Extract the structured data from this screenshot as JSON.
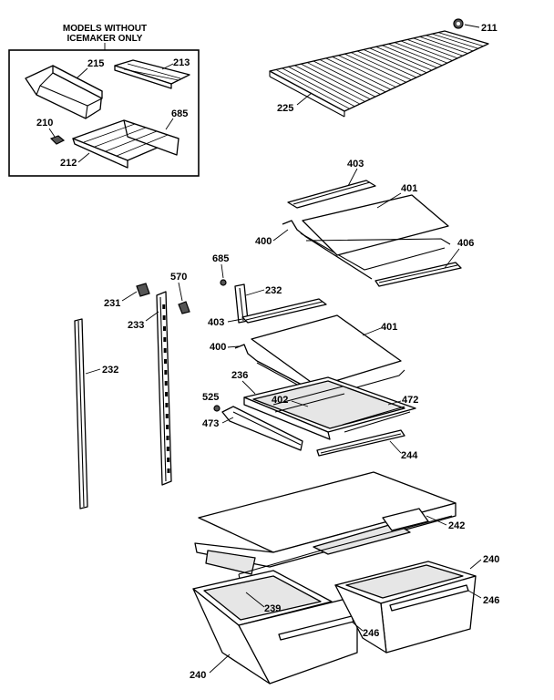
{
  "inset": {
    "title_line1": "MODELS WITHOUT",
    "title_line2": "ICEMAKER ONLY"
  },
  "callouts": {
    "c215": "215",
    "c213": "213",
    "c210": "210",
    "c685_inset": "685",
    "c212": "212",
    "c211": "211",
    "c225": "225",
    "c403_top": "403",
    "c401_top": "401",
    "c400_top": "400",
    "c406": "406",
    "c685": "685",
    "c570": "570",
    "c231": "231",
    "c233": "233",
    "c232_left": "232",
    "c232_right": "232",
    "c403_mid": "403",
    "c401_mid": "401",
    "c400_mid": "400",
    "c236": "236",
    "c525": "525",
    "c473": "473",
    "c402": "402",
    "c472": "472",
    "c244": "244",
    "c242": "242",
    "c240_right": "240",
    "c246_right": "246",
    "c239": "239",
    "c246_left": "246",
    "c240_left": "240"
  }
}
